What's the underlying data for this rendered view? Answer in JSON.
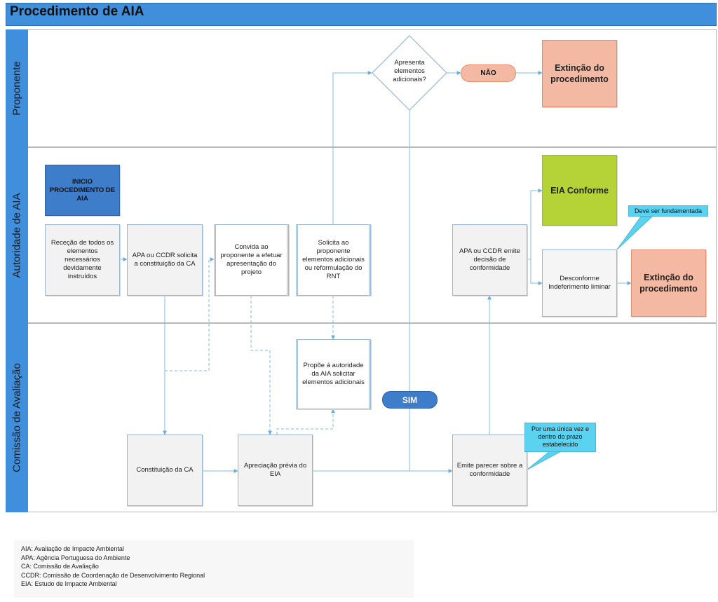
{
  "title": "Procedimento de AIA",
  "lanes": {
    "proponente": "Proponente",
    "autoridade": "Autoridade de AIA",
    "comissao": "Comissão de Avaliação"
  },
  "nodes": {
    "inicio": "INICIO PROCEDIMENTO DE AIA",
    "rececao": "Receção de todos os elementos necessários devidamente instruídos",
    "apa_ca": "APA ou CCDR solicita a constituição da CA",
    "convida": "Convida ao proponente a efetuar apresentação do projeto",
    "solicita": "Solicita ao proponente elementos adicionais ou reformulação do RNT",
    "apa_decisao": "APA ou  CCDR emite decisão de conformidade",
    "eia_conforme": "EIA Conforme",
    "desconforme": "Desconforme Indeferimento liminar",
    "extincao_1": "Extinção do procedimento",
    "extincao_2": "Extinção do procedimento",
    "apresenta": "Apresenta elementos adicionais?",
    "nao": "NÃO",
    "sim": "SIM",
    "propoe": "Propõe á autoridade da AIA solicitar elementos adicionais",
    "constituicao": "Constituição da CA",
    "apreciacao": "Apreciação prévia do EIA",
    "emite_parecer": "Emite parecer sobre a conformidade"
  },
  "callouts": {
    "fundamentada": "Deve ser fundamentada",
    "prazo": "Por uma única vez e dentro do prazo estabelecido"
  },
  "legend": [
    "AIA: Avaliação de Impacte Ambiental",
    "APA: Agência Portuguesa do Ambiente",
    "CA: Comissão de Avaliação",
    "CCDR: Comissão de Coordenação de Desenvolvimento Regional",
    "EIA: Estudo de Impacte Ambiental"
  ],
  "colors": {
    "header_blue": "#3f8fdc",
    "start_blue": "#3d7dca",
    "connector": "#7fbde8",
    "salmon": "#f4b9a3",
    "green": "#b5d337",
    "callout": "#5bd2f0"
  }
}
